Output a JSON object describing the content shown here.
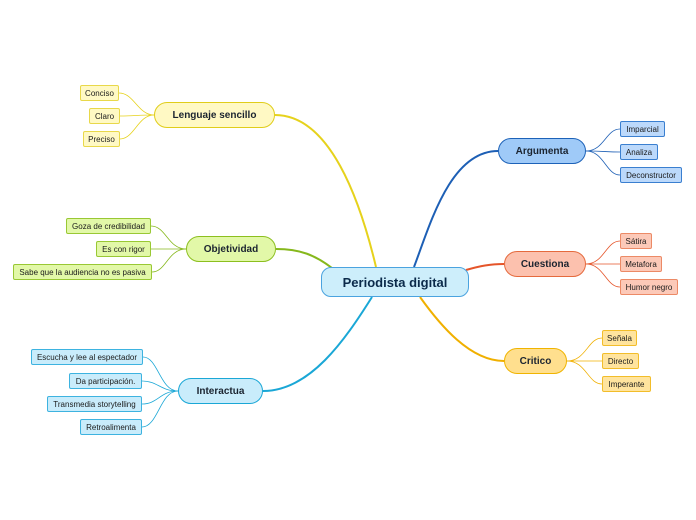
{
  "central": {
    "label": "Periodista digital"
  },
  "branches": {
    "lenguaje": {
      "label": "Lenguaje sencillo",
      "color": "#e6d21c",
      "children": [
        "Conciso",
        "Claro",
        "Preciso"
      ]
    },
    "objetividad": {
      "label": "Objetividad",
      "color": "#86b81c",
      "children": [
        "Goza de credibilidad",
        "Es con rigor",
        "Sabe que la audiencia no es pasiva"
      ]
    },
    "interactua": {
      "label": "Interactua",
      "color": "#1aa7d6",
      "children": [
        "Escucha y lee al espectador",
        "Da participación.",
        "Transmedia storytelling",
        "Retroalimenta"
      ]
    },
    "argumenta": {
      "label": "Argumenta",
      "color": "#1d5fb5",
      "children": [
        "Imparcial",
        "Analiza",
        "Deconstructor"
      ]
    },
    "cuestiona": {
      "label": "Cuestiona",
      "color": "#e5552a",
      "children": [
        "Sátira",
        "Metafora",
        "Humor negro"
      ]
    },
    "critico": {
      "label": "Critico",
      "color": "#f0b000",
      "children": [
        "Señala",
        "Directo",
        "Imperante"
      ]
    }
  }
}
